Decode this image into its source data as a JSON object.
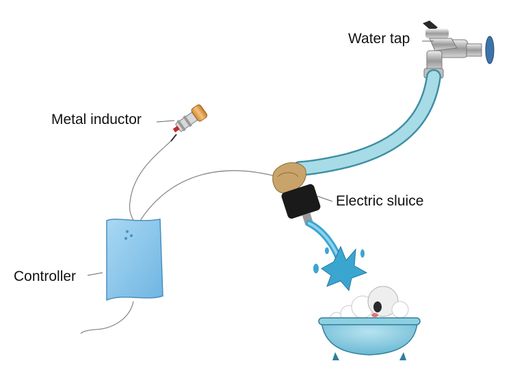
{
  "labels": {
    "water_tap": "Water tap",
    "metal_inductor": "Metal inductor",
    "electric_sluice": "Electric sluice",
    "controller": "Controller"
  },
  "colors": {
    "hose": "#a7dbe6",
    "hose_edge": "#3f8fa3",
    "water": "#3aa6d0",
    "controller_fill": "#8ec9ec",
    "controller_edge": "#4a8fbe",
    "tub": "#8ecfe2",
    "sluice_body": "#1a1a1a",
    "connector": "#c9a46a",
    "wire": "#8a8a8a",
    "leader": "#666666"
  }
}
